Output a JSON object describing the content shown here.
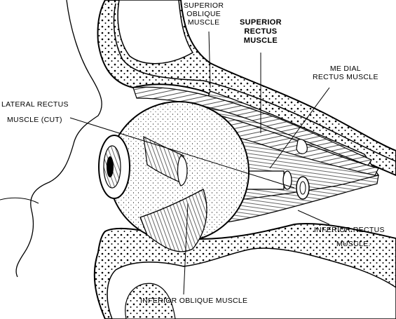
{
  "labels": {
    "superior_oblique": [
      "SUPERIOR",
      "OBLIQUE",
      "MUSCLE"
    ],
    "superior_rectus": [
      "SUPERIOR",
      "RECTUS",
      "MUSCLE"
    ],
    "medial_rectus": [
      "ME DIAL",
      "RECTUS MUSCLE"
    ],
    "lateral_rectus": [
      "LATERAL RECTUS",
      "MUSCLE (CUT)"
    ],
    "inferior_rectus": [
      "INFERIOR RECTUS",
      "MUSCLE."
    ],
    "inferior_oblique": [
      "INFERIOR OBLIQUE MUSCLE"
    ]
  },
  "colors": {
    "ink": "#000000",
    "paper": "#ffffff",
    "shade": "#d8d8d8"
  }
}
